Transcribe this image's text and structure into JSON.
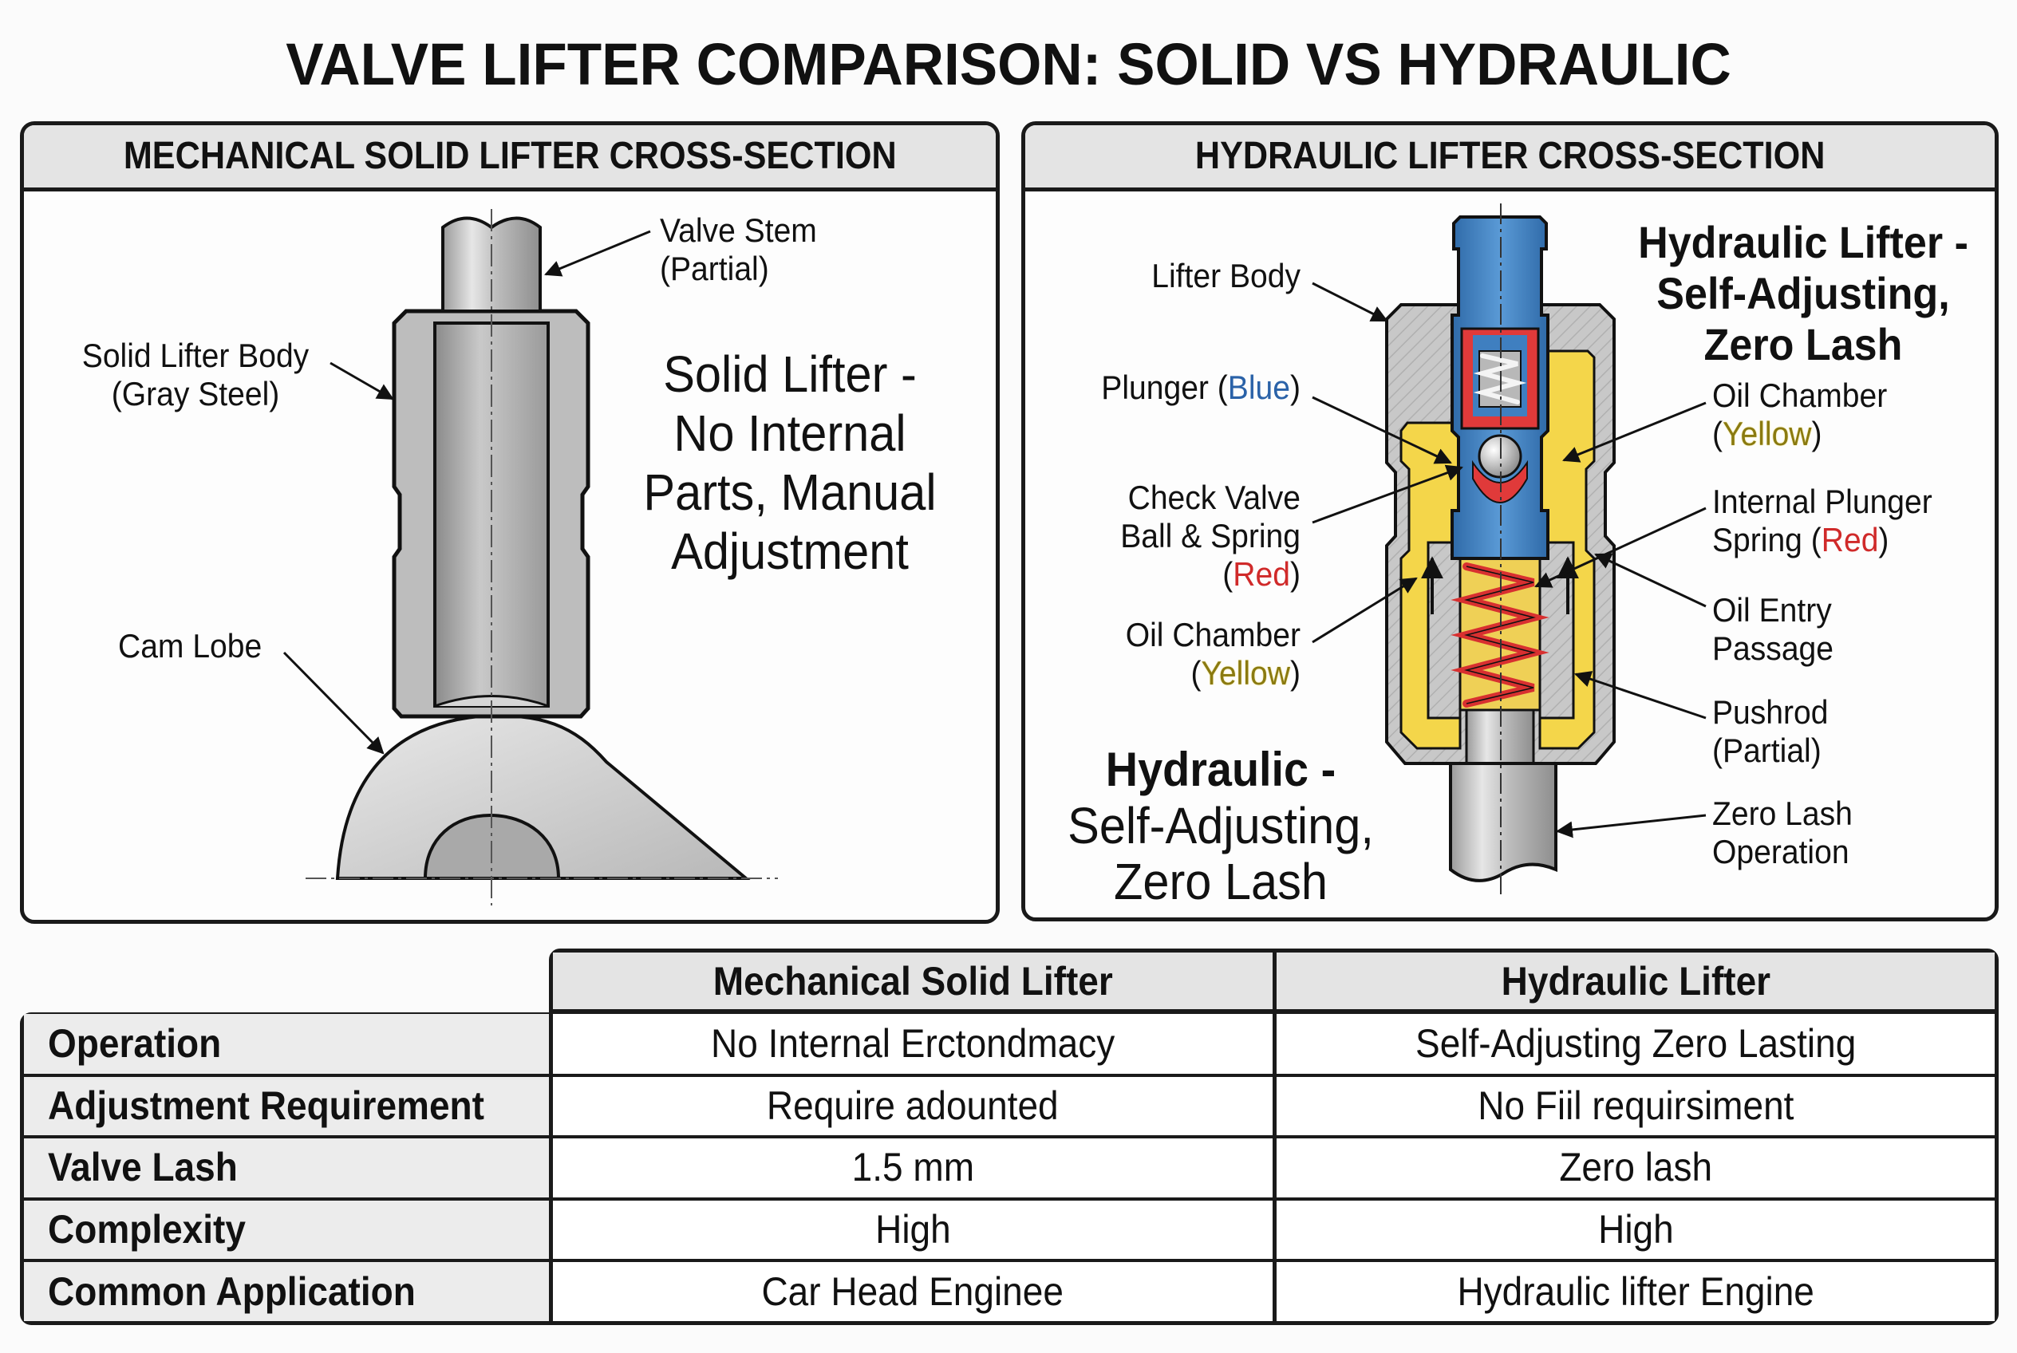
{
  "title": "VALVE LIFTER COMPARISON: SOLID VS HYDRAULIC",
  "solid_panel": {
    "header": "MECHANICAL SOLID LIFTER CROSS-SECTION",
    "labels": {
      "valve_stem_1": "Valve Stem",
      "valve_stem_2": "(Partial)",
      "body_1": "Solid Lifter Body",
      "body_2": "(Gray Steel)",
      "cam_lobe": "Cam Lobe"
    },
    "caption": [
      "Solid Lifter -",
      "No Internal",
      "Parts, Manual",
      "Adjustment"
    ]
  },
  "hydraulic_panel": {
    "header": "HYDRAULIC LIFTER CROSS-SECTION",
    "title": [
      "Hydraulic Lifter -",
      "Self-Adjusting,",
      "Zero Lash"
    ],
    "caption": [
      "Hydraulic -",
      "Self-Adjusting,",
      "Zero Lash"
    ],
    "left_labels": {
      "lifter_body": "Lifter Body",
      "plunger": "Plunger (",
      "plunger_color": "Blue",
      "close_paren": ")",
      "check_valve_1": "Check Valve",
      "check_valve_2": "Ball & Spring",
      "open_paren": "(",
      "check_valve_color": "Red",
      "oil_chamber": "Oil Chamber",
      "oil_chamber_color": "Yellow"
    },
    "right_labels": {
      "oil_chamber": "Oil Chamber",
      "oil_chamber_color": "Yellow",
      "internal_spring_1": "Internal Plunger",
      "internal_spring_2": "Spring (",
      "internal_spring_color": "Red",
      "oil_entry_1": "Oil Entry",
      "oil_entry_2": "Passage",
      "pushrod_1": "Pushrod",
      "pushrod_2": "(Partial)",
      "zero_lash_1": "Zero Lash",
      "zero_lash_2": "Operation"
    }
  },
  "colors": {
    "plunger_blue": "#3f7fc0",
    "oil_yellow": "#f4d64a",
    "spring_red": "#e03a3a",
    "steel_gray": "#c4c4c4"
  },
  "table": {
    "columns": [
      "Mechanical Solid Lifter",
      "Hydraulic Lifter"
    ],
    "rows": [
      {
        "label": "Operation",
        "solid": "No Internal Erctondmacy",
        "hydraulic": "Self-Adjusting Zero Lasting"
      },
      {
        "label": "Adjustment Requirement",
        "solid": "Require adounted",
        "hydraulic": "No Fiil requirsiment"
      },
      {
        "label": "Valve Lash",
        "solid": "1.5 mm",
        "hydraulic": "Zero lash"
      },
      {
        "label": "Complexity",
        "solid": "High",
        "hydraulic": "High"
      },
      {
        "label": "Common Application",
        "solid": "Car Head Enginee",
        "hydraulic": "Hydraulic lifter Engine"
      }
    ]
  }
}
